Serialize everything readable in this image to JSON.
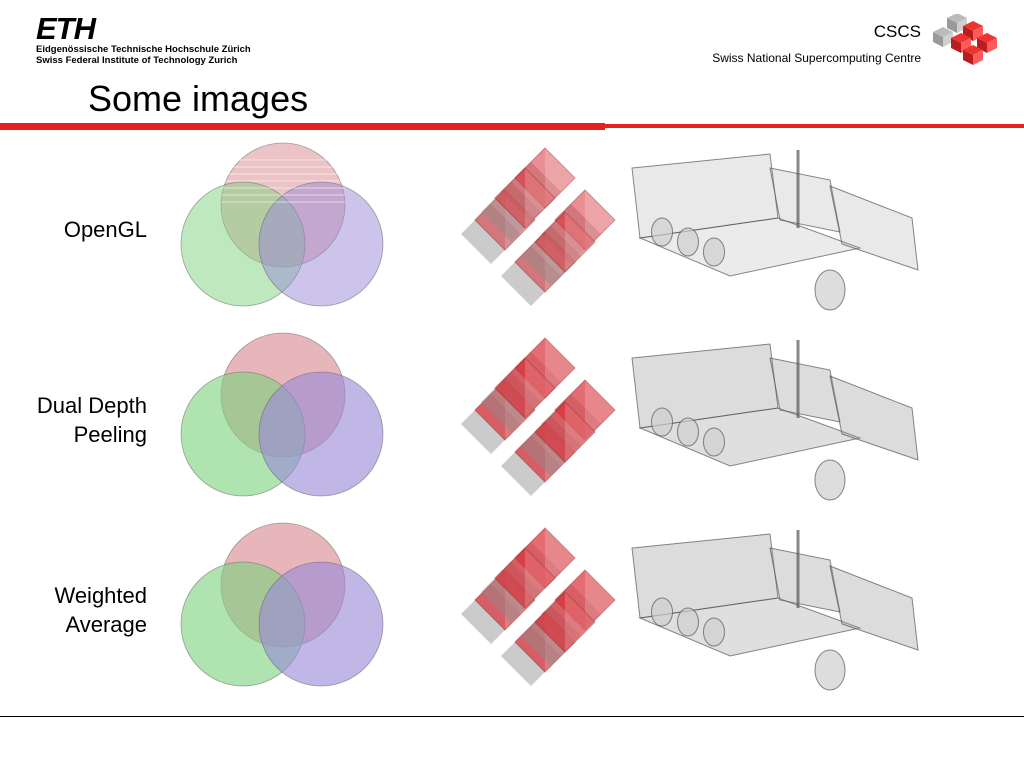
{
  "header": {
    "eth_wordmark": "ETH",
    "eth_line1": "Eidgenössische Technische Hochschule Zürich",
    "eth_line2": "Swiss Federal Institute of Technology Zurich",
    "cscs_title": "CSCS",
    "cscs_subtitle": "Swiss National Supercomputing Centre"
  },
  "slide": {
    "title": "Some images"
  },
  "rows": [
    {
      "label_lines": [
        "OpenGL"
      ],
      "variant": "opengl"
    },
    {
      "label_lines": [
        "Dual Depth",
        "Peeling"
      ],
      "variant": "dual-depth-peeling"
    },
    {
      "label_lines": [
        "Weighted",
        "Average"
      ],
      "variant": "weighted-average"
    }
  ],
  "colors": {
    "accent_red": "#e8201e",
    "circle_red": "#d9898f",
    "circle_green": "#7ed27e",
    "circle_blue": "#9a8ad8",
    "cube_red": "#d8343c",
    "cube_gray": "#8c8c8c",
    "truck_gray": "#9a9a9a"
  },
  "icons": [
    "eth-logo",
    "cscs-logo"
  ]
}
